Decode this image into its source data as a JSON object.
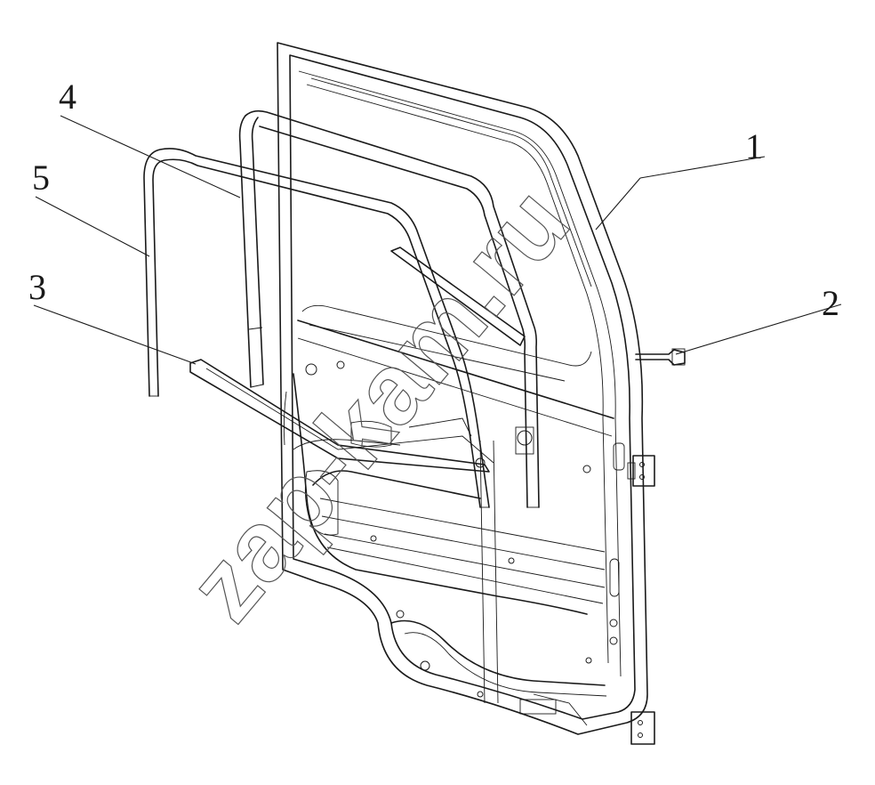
{
  "diagram": {
    "callouts": [
      {
        "id": "1",
        "label": "1"
      },
      {
        "id": "2",
        "label": "2"
      },
      {
        "id": "3",
        "label": "3"
      },
      {
        "id": "4",
        "label": "4"
      },
      {
        "id": "5",
        "label": "5"
      }
    ],
    "watermark": "zap-kam.ru"
  }
}
